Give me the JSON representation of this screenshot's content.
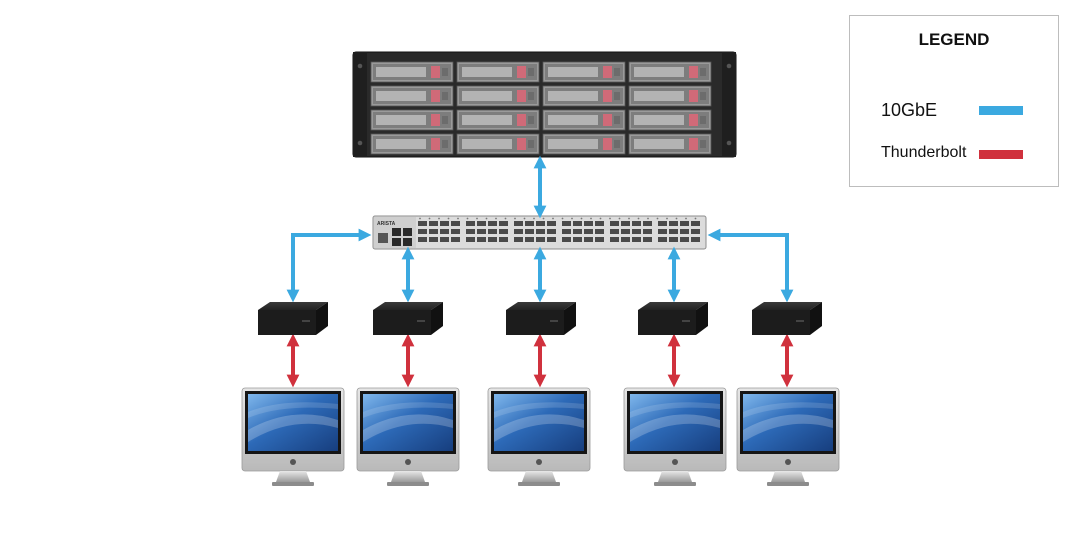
{
  "legend": {
    "title": "LEGEND",
    "items": [
      {
        "label": "10GbE",
        "color": "#3ba9e0"
      },
      {
        "label": "Thunderbolt",
        "color": "#d0313d"
      }
    ]
  },
  "colors": {
    "ethernet": "#3ba9e0",
    "thunderbolt": "#d0313d",
    "server_body": "#2a2a2a",
    "switch_body": "#dcdcdc",
    "adapter_body": "#1c1c1c",
    "screen": "#2a62b0"
  },
  "nodes": {
    "server": {
      "icon": "rack-server-icon",
      "drive_bays": 16
    },
    "switch": {
      "icon": "network-switch-icon",
      "brand": "ARISTA"
    },
    "adapters": {
      "icon": "thunderbolt-adapter-icon",
      "count": 5
    },
    "workstations": {
      "icon": "imac-icon",
      "count": 5
    }
  }
}
